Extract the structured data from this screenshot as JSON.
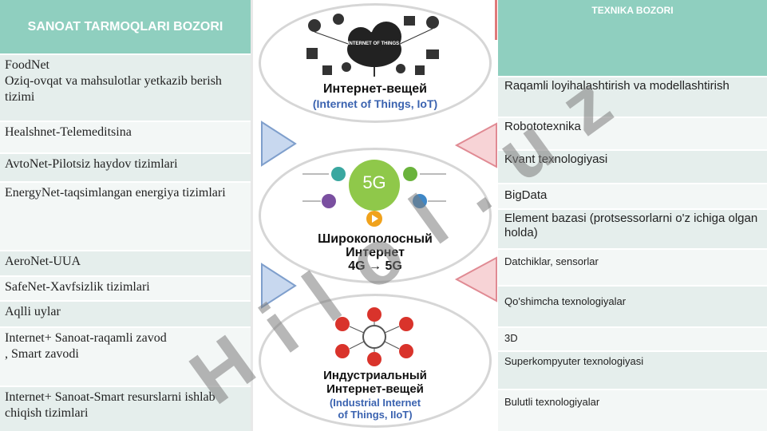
{
  "left_table": {
    "header": "SANOAT TARMOQLARI BOZORI",
    "rows": [
      "FoodNet\nOziq-ovqat va mahsulotlar yetkazib berish tizimi",
      "Healshnet-Telemeditsina",
      "AvtoNet-Pilotsiz haydov tizimlari",
      "EnergyNet-taqsimlangan energiya tizimlari",
      "AeroNet-UUA",
      "SafeNet-Xavfsizlik tizimlari",
      "Aqlli uylar",
      "Internet+ Sanoat-raqamli zavod\n, Smart zavodi",
      "Internet+ Sanoat-Smart resurslarni ishlab chiqish tizimlari"
    ]
  },
  "right_table": {
    "header": "TEXNIKA BOZORI",
    "rows": [
      "Raqamli loyihalashtirish va modellashtirish",
      "Robototexnika",
      "Kvant texnologiyasi",
      "BigData",
      "Element bazasi (protsessorlarni o'z ichiga olgan holda)",
      "Datchiklar, sensorlar",
      "Qo'shimcha texnologiyalar",
      "3D",
      "Superkompyuter texnologiyasi",
      "Bulutli texnologiyalar"
    ]
  },
  "center": {
    "iot": {
      "cloud_label": "INTERNET OF THINGS",
      "title": "Интернет-вещей",
      "subtitle": "(Internet of Things, IoT)"
    },
    "broadband": {
      "badge": "5G",
      "title_line1": "Широкополосный",
      "title_line2": "Интернет",
      "title_line3": "4G → 5G"
    },
    "iiot": {
      "title_line1": "Индустриальный",
      "title_line2": "Интернет-вещей",
      "subtitle_line1": "(Industrial Internet",
      "subtitle_line2": "of Things, IIoT)"
    }
  },
  "watermark": {
    "text": "Hilol.uz"
  },
  "colors": {
    "header_bg": "#8fcfbf",
    "row_alt": "#e5eeec",
    "row_plain": "#f3f7f6",
    "arrow_blue": "#a9c4e6",
    "arrow_red": "#f2b9bf",
    "watermark": "#7b7b7b",
    "watermark_blue": "#6a86c8"
  }
}
